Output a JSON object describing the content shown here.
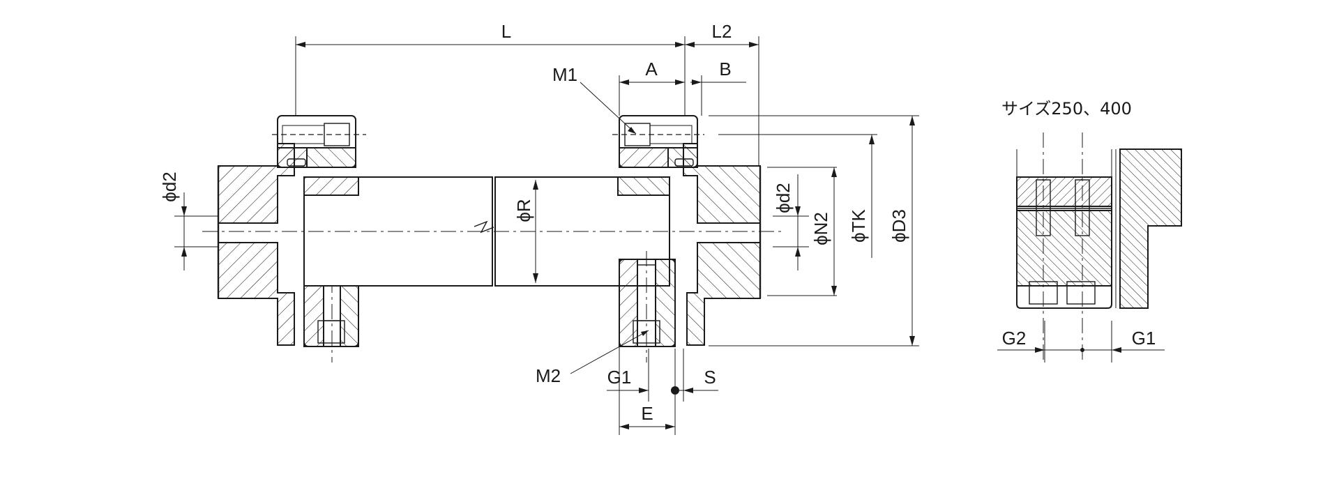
{
  "labels": {
    "L": "L",
    "L2": "L2",
    "A": "A",
    "B": "B",
    "M1": "M1",
    "M2": "M2",
    "d2_left": "ϕd2",
    "d2_right": "ϕd2",
    "R": "ϕR",
    "N2": "ϕN2",
    "TK": "ϕTK",
    "D3": "ϕD3",
    "G1": "G1",
    "S": "S",
    "E": "E",
    "G1_detail": "G1",
    "G2_detail": "G2"
  },
  "detail_title": "サイズ250、400"
}
